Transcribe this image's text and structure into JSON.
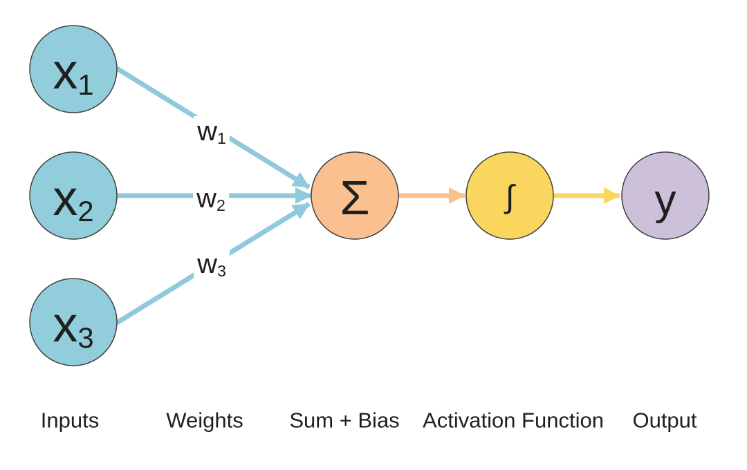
{
  "colors": {
    "input_fill": "#92CDDC",
    "connector_blue": "#8FC9DB",
    "sum_fill": "#FAC090",
    "connector_orange": "#FAC090",
    "activation_fill": "#FBD65F",
    "connector_yellow": "#FBD65F",
    "output_fill": "#CCC0DA",
    "outline": "#404040",
    "text": "#1f1f1f"
  },
  "nodes": {
    "x1": {
      "base": "x",
      "sub": "1"
    },
    "x2": {
      "base": "x",
      "sub": "2"
    },
    "x3": {
      "base": "x",
      "sub": "3"
    },
    "sum": {
      "symbol": "Σ"
    },
    "activation": {
      "symbol": "∫"
    },
    "output": {
      "label": "y"
    }
  },
  "weights": {
    "w1": {
      "base": "w",
      "sub": "1"
    },
    "w2": {
      "base": "w",
      "sub": "2"
    },
    "w3": {
      "base": "w",
      "sub": "3"
    }
  },
  "stage_labels": {
    "inputs": "Inputs",
    "weights": "Weights",
    "sum_bias": "Sum + Bias",
    "activation": "Activation Function",
    "output": "Output"
  }
}
